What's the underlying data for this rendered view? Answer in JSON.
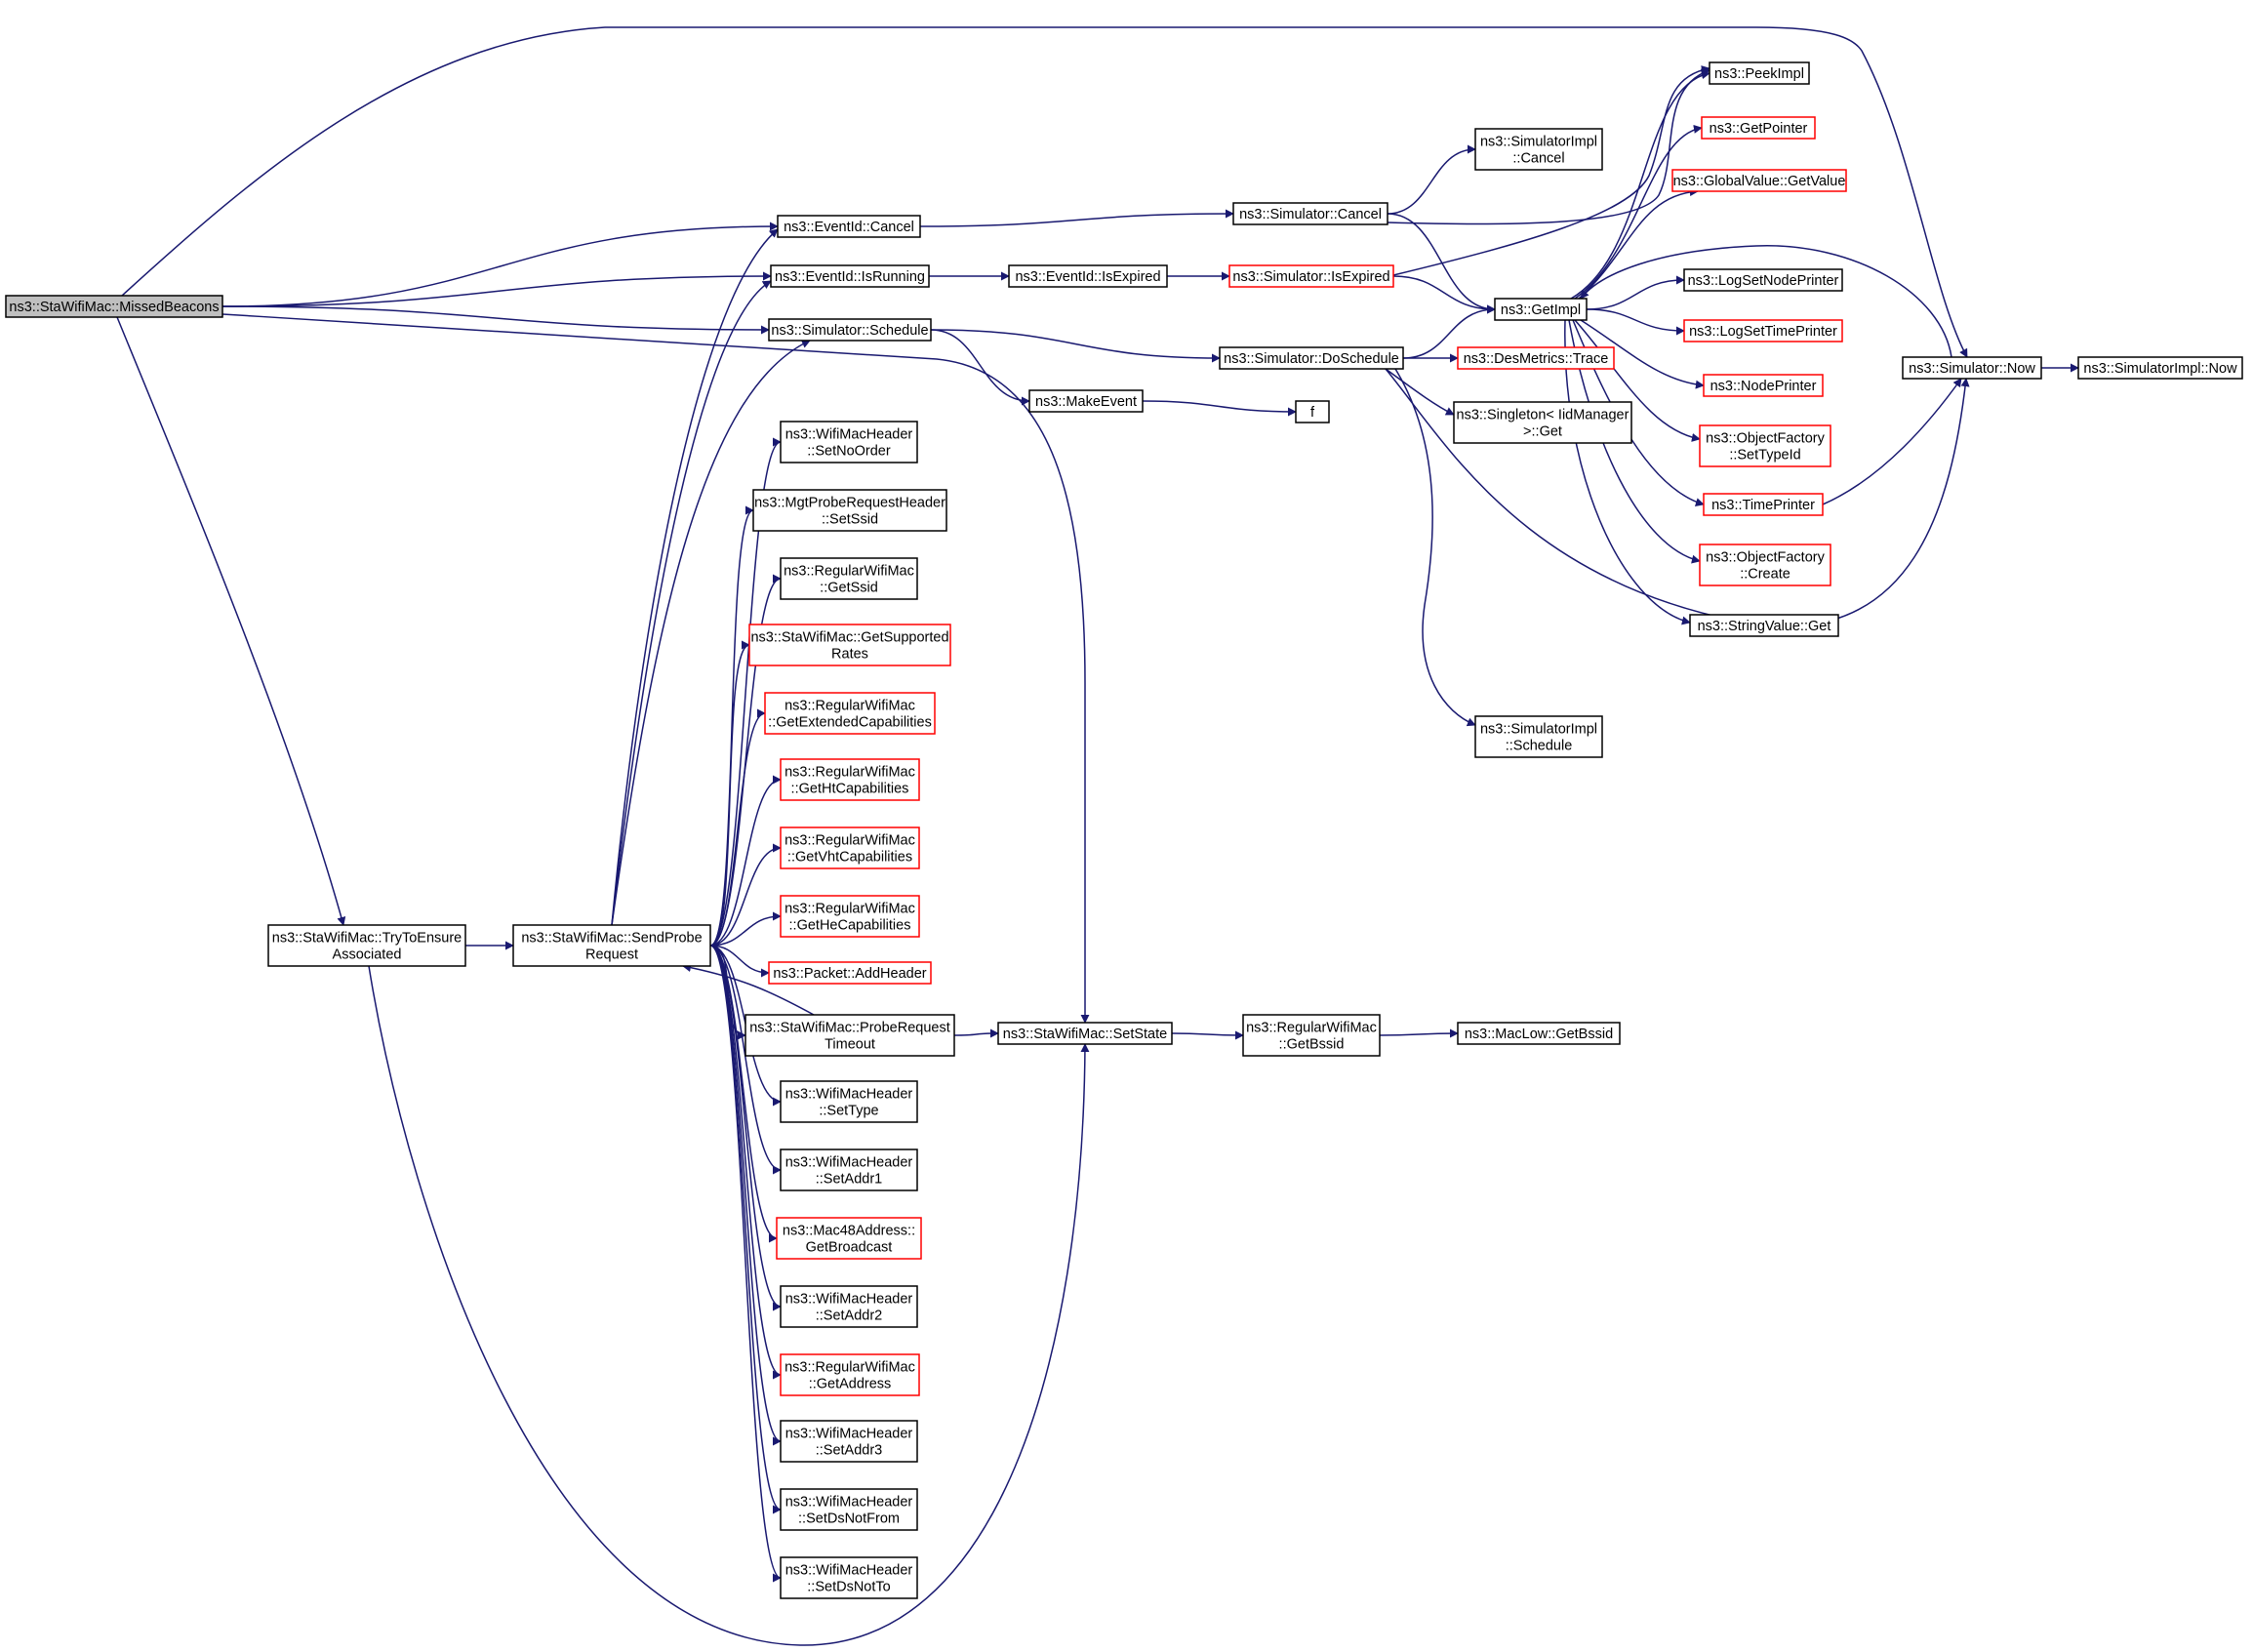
{
  "graph": {
    "colors": {
      "edge": "#191970",
      "node_border_default": "#000000",
      "node_border_truncated": "#ff0000",
      "root_fill": "#bfbfbf",
      "node_fill": "#ffffff"
    },
    "root_node": "n_missed",
    "nodes": [
      {
        "id": "n_missed",
        "lines": [
          "ns3::StaWifiMac::MissedBeacons"
        ],
        "style": "root"
      },
      {
        "id": "n_ensure",
        "lines": [
          "ns3::StaWifiMac::TryToEnsure",
          "Associated"
        ],
        "style": "normal"
      },
      {
        "id": "n_send",
        "lines": [
          "ns3::StaWifiMac::SendProbe",
          "Request"
        ],
        "style": "normal"
      },
      {
        "id": "n_evcancel",
        "lines": [
          "ns3::EventId::Cancel"
        ],
        "style": "normal"
      },
      {
        "id": "n_running",
        "lines": [
          "ns3::EventId::IsRunning"
        ],
        "style": "normal"
      },
      {
        "id": "n_schedule",
        "lines": [
          "ns3::Simulator::Schedule"
        ],
        "style": "normal"
      },
      {
        "id": "n_setnoorder",
        "lines": [
          "ns3::WifiMacHeader",
          "::SetNoOrder"
        ],
        "style": "normal"
      },
      {
        "id": "n_setssid",
        "lines": [
          "ns3::MgtProbeRequestHeader",
          "::SetSsid"
        ],
        "style": "normal"
      },
      {
        "id": "n_getssid",
        "lines": [
          "ns3::RegularWifiMac",
          "::GetSsid"
        ],
        "style": "normal"
      },
      {
        "id": "n_getsupp",
        "lines": [
          "ns3::StaWifiMac::GetSupported",
          "Rates"
        ],
        "style": "truncated"
      },
      {
        "id": "n_getext",
        "lines": [
          "ns3::RegularWifiMac",
          "::GetExtendedCapabilities"
        ],
        "style": "truncated"
      },
      {
        "id": "n_getht",
        "lines": [
          "ns3::RegularWifiMac",
          "::GetHtCapabilities"
        ],
        "style": "truncated"
      },
      {
        "id": "n_getvht",
        "lines": [
          "ns3::RegularWifiMac",
          "::GetVhtCapabilities"
        ],
        "style": "truncated"
      },
      {
        "id": "n_gethe",
        "lines": [
          "ns3::RegularWifiMac",
          "::GetHeCapabilities"
        ],
        "style": "truncated"
      },
      {
        "id": "n_addheader",
        "lines": [
          "ns3::Packet::AddHeader"
        ],
        "style": "truncated"
      },
      {
        "id": "n_probetimeout",
        "lines": [
          "ns3::StaWifiMac::ProbeRequest",
          "Timeout"
        ],
        "style": "normal"
      },
      {
        "id": "n_settype",
        "lines": [
          "ns3::WifiMacHeader",
          "::SetType"
        ],
        "style": "normal"
      },
      {
        "id": "n_setaddr1",
        "lines": [
          "ns3::WifiMacHeader",
          "::SetAddr1"
        ],
        "style": "normal"
      },
      {
        "id": "n_bcast",
        "lines": [
          "ns3::Mac48Address::",
          "GetBroadcast"
        ],
        "style": "truncated"
      },
      {
        "id": "n_setaddr2",
        "lines": [
          "ns3::WifiMacHeader",
          "::SetAddr2"
        ],
        "style": "normal"
      },
      {
        "id": "n_getaddr",
        "lines": [
          "ns3::RegularWifiMac",
          "::GetAddress"
        ],
        "style": "truncated"
      },
      {
        "id": "n_setaddr3",
        "lines": [
          "ns3::WifiMacHeader",
          "::SetAddr3"
        ],
        "style": "normal"
      },
      {
        "id": "n_setdsnotfrom",
        "lines": [
          "ns3::WifiMacHeader",
          "::SetDsNotFrom"
        ],
        "style": "normal"
      },
      {
        "id": "n_setdsnotto",
        "lines": [
          "ns3::WifiMacHeader",
          "::SetDsNotTo"
        ],
        "style": "normal"
      },
      {
        "id": "n_simcancel",
        "lines": [
          "ns3::Simulator::Cancel"
        ],
        "style": "normal"
      },
      {
        "id": "n_isexpired",
        "lines": [
          "ns3::EventId::IsExpired"
        ],
        "style": "normal"
      },
      {
        "id": "n_simisexpired",
        "lines": [
          "ns3::Simulator::IsExpired"
        ],
        "style": "truncated"
      },
      {
        "id": "n_doschedule",
        "lines": [
          "ns3::Simulator::DoSchedule"
        ],
        "style": "normal"
      },
      {
        "id": "n_makeevent",
        "lines": [
          "ns3::MakeEvent"
        ],
        "style": "normal"
      },
      {
        "id": "n_f",
        "lines": [
          "f"
        ],
        "style": "normal"
      },
      {
        "id": "n_setstate",
        "lines": [
          "ns3::StaWifiMac::SetState"
        ],
        "style": "normal"
      },
      {
        "id": "n_getbssid",
        "lines": [
          "ns3::RegularWifiMac",
          "::GetBssid"
        ],
        "style": "normal"
      },
      {
        "id": "n_maclowbssid",
        "lines": [
          "ns3::MacLow::GetBssid"
        ],
        "style": "normal"
      },
      {
        "id": "n_simimplcancel",
        "lines": [
          "ns3::SimulatorImpl",
          "::Cancel"
        ],
        "style": "normal"
      },
      {
        "id": "n_getimpl",
        "lines": [
          "ns3::GetImpl"
        ],
        "style": "normal"
      },
      {
        "id": "n_trace",
        "lines": [
          "ns3::DesMetrics::Trace"
        ],
        "style": "truncated"
      },
      {
        "id": "n_singleton",
        "lines": [
          "ns3::Singleton< IidManager",
          ">::Get"
        ],
        "style": "normal"
      },
      {
        "id": "n_simimplsched",
        "lines": [
          "ns3::SimulatorImpl",
          "::Schedule"
        ],
        "style": "normal"
      },
      {
        "id": "n_peekimpl",
        "lines": [
          "ns3::PeekImpl"
        ],
        "style": "normal"
      },
      {
        "id": "n_getpointer",
        "lines": [
          "ns3::GetPointer"
        ],
        "style": "truncated"
      },
      {
        "id": "n_gvget",
        "lines": [
          "ns3::GlobalValue::GetValue"
        ],
        "style": "truncated"
      },
      {
        "id": "n_lognodeprinter",
        "lines": [
          "ns3::LogSetNodePrinter"
        ],
        "style": "normal"
      },
      {
        "id": "n_logtimeprinter",
        "lines": [
          "ns3::LogSetTimePrinter"
        ],
        "style": "truncated"
      },
      {
        "id": "n_nodeprinter",
        "lines": [
          "ns3::NodePrinter"
        ],
        "style": "truncated"
      },
      {
        "id": "n_ofsettypeid",
        "lines": [
          "ns3::ObjectFactory",
          "::SetTypeId"
        ],
        "style": "truncated"
      },
      {
        "id": "n_timeprinter",
        "lines": [
          "ns3::TimePrinter"
        ],
        "style": "truncated"
      },
      {
        "id": "n_ofcreate",
        "lines": [
          "ns3::ObjectFactory",
          "::Create"
        ],
        "style": "truncated"
      },
      {
        "id": "n_stringget",
        "lines": [
          "ns3::StringValue::Get"
        ],
        "style": "normal"
      },
      {
        "id": "n_simnow",
        "lines": [
          "ns3::Simulator::Now"
        ],
        "style": "normal"
      },
      {
        "id": "n_simimplnow",
        "lines": [
          "ns3::SimulatorImpl::Now"
        ],
        "style": "normal"
      }
    ],
    "edges": [
      {
        "from": "n_missed",
        "to": "n_evcancel"
      },
      {
        "from": "n_missed",
        "to": "n_running"
      },
      {
        "from": "n_missed",
        "to": "n_schedule"
      },
      {
        "from": "n_missed",
        "to": "n_setstate"
      },
      {
        "from": "n_missed",
        "to": "n_ensure"
      },
      {
        "from": "n_missed",
        "to": "n_simnow"
      },
      {
        "from": "n_ensure",
        "to": "n_send"
      },
      {
        "from": "n_ensure",
        "to": "n_setstate"
      },
      {
        "from": "n_send",
        "to": "n_evcancel"
      },
      {
        "from": "n_send",
        "to": "n_running"
      },
      {
        "from": "n_send",
        "to": "n_schedule"
      },
      {
        "from": "n_send",
        "to": "n_setnoorder"
      },
      {
        "from": "n_send",
        "to": "n_setssid"
      },
      {
        "from": "n_send",
        "to": "n_getssid"
      },
      {
        "from": "n_send",
        "to": "n_getsupp"
      },
      {
        "from": "n_send",
        "to": "n_getext"
      },
      {
        "from": "n_send",
        "to": "n_getht"
      },
      {
        "from": "n_send",
        "to": "n_getvht"
      },
      {
        "from": "n_send",
        "to": "n_gethe"
      },
      {
        "from": "n_send",
        "to": "n_addheader"
      },
      {
        "from": "n_send",
        "to": "n_probetimeout"
      },
      {
        "from": "n_send",
        "to": "n_settype"
      },
      {
        "from": "n_send",
        "to": "n_setaddr1"
      },
      {
        "from": "n_send",
        "to": "n_bcast"
      },
      {
        "from": "n_send",
        "to": "n_setaddr2"
      },
      {
        "from": "n_send",
        "to": "n_getaddr"
      },
      {
        "from": "n_send",
        "to": "n_setaddr3"
      },
      {
        "from": "n_send",
        "to": "n_setdsnotfrom"
      },
      {
        "from": "n_send",
        "to": "n_setdsnotto"
      },
      {
        "from": "n_probetimeout",
        "to": "n_send"
      },
      {
        "from": "n_probetimeout",
        "to": "n_setstate"
      },
      {
        "from": "n_evcancel",
        "to": "n_simcancel"
      },
      {
        "from": "n_running",
        "to": "n_isexpired"
      },
      {
        "from": "n_isexpired",
        "to": "n_simisexpired"
      },
      {
        "from": "n_schedule",
        "to": "n_doschedule"
      },
      {
        "from": "n_schedule",
        "to": "n_makeevent"
      },
      {
        "from": "n_makeevent",
        "to": "n_f"
      },
      {
        "from": "n_setstate",
        "to": "n_getbssid"
      },
      {
        "from": "n_getbssid",
        "to": "n_maclowbssid"
      },
      {
        "from": "n_simcancel",
        "to": "n_simimplcancel"
      },
      {
        "from": "n_simcancel",
        "to": "n_getimpl"
      },
      {
        "from": "n_simcancel",
        "to": "n_peekimpl"
      },
      {
        "from": "n_simisexpired",
        "to": "n_getimpl"
      },
      {
        "from": "n_simisexpired",
        "to": "n_peekimpl"
      },
      {
        "from": "n_doschedule",
        "to": "n_getimpl"
      },
      {
        "from": "n_doschedule",
        "to": "n_trace"
      },
      {
        "from": "n_doschedule",
        "to": "n_singleton"
      },
      {
        "from": "n_doschedule",
        "to": "n_simimplsched"
      },
      {
        "from": "n_doschedule",
        "to": "n_simnow"
      },
      {
        "from": "n_getimpl",
        "to": "n_peekimpl"
      },
      {
        "from": "n_getimpl",
        "to": "n_getpointer"
      },
      {
        "from": "n_getimpl",
        "to": "n_gvget"
      },
      {
        "from": "n_getimpl",
        "to": "n_lognodeprinter"
      },
      {
        "from": "n_getimpl",
        "to": "n_logtimeprinter"
      },
      {
        "from": "n_getimpl",
        "to": "n_nodeprinter"
      },
      {
        "from": "n_getimpl",
        "to": "n_ofsettypeid"
      },
      {
        "from": "n_getimpl",
        "to": "n_timeprinter"
      },
      {
        "from": "n_getimpl",
        "to": "n_ofcreate"
      },
      {
        "from": "n_getimpl",
        "to": "n_stringget"
      },
      {
        "from": "n_timeprinter",
        "to": "n_simnow"
      },
      {
        "from": "n_simnow",
        "to": "n_getimpl"
      },
      {
        "from": "n_simnow",
        "to": "n_simimplnow"
      }
    ]
  }
}
